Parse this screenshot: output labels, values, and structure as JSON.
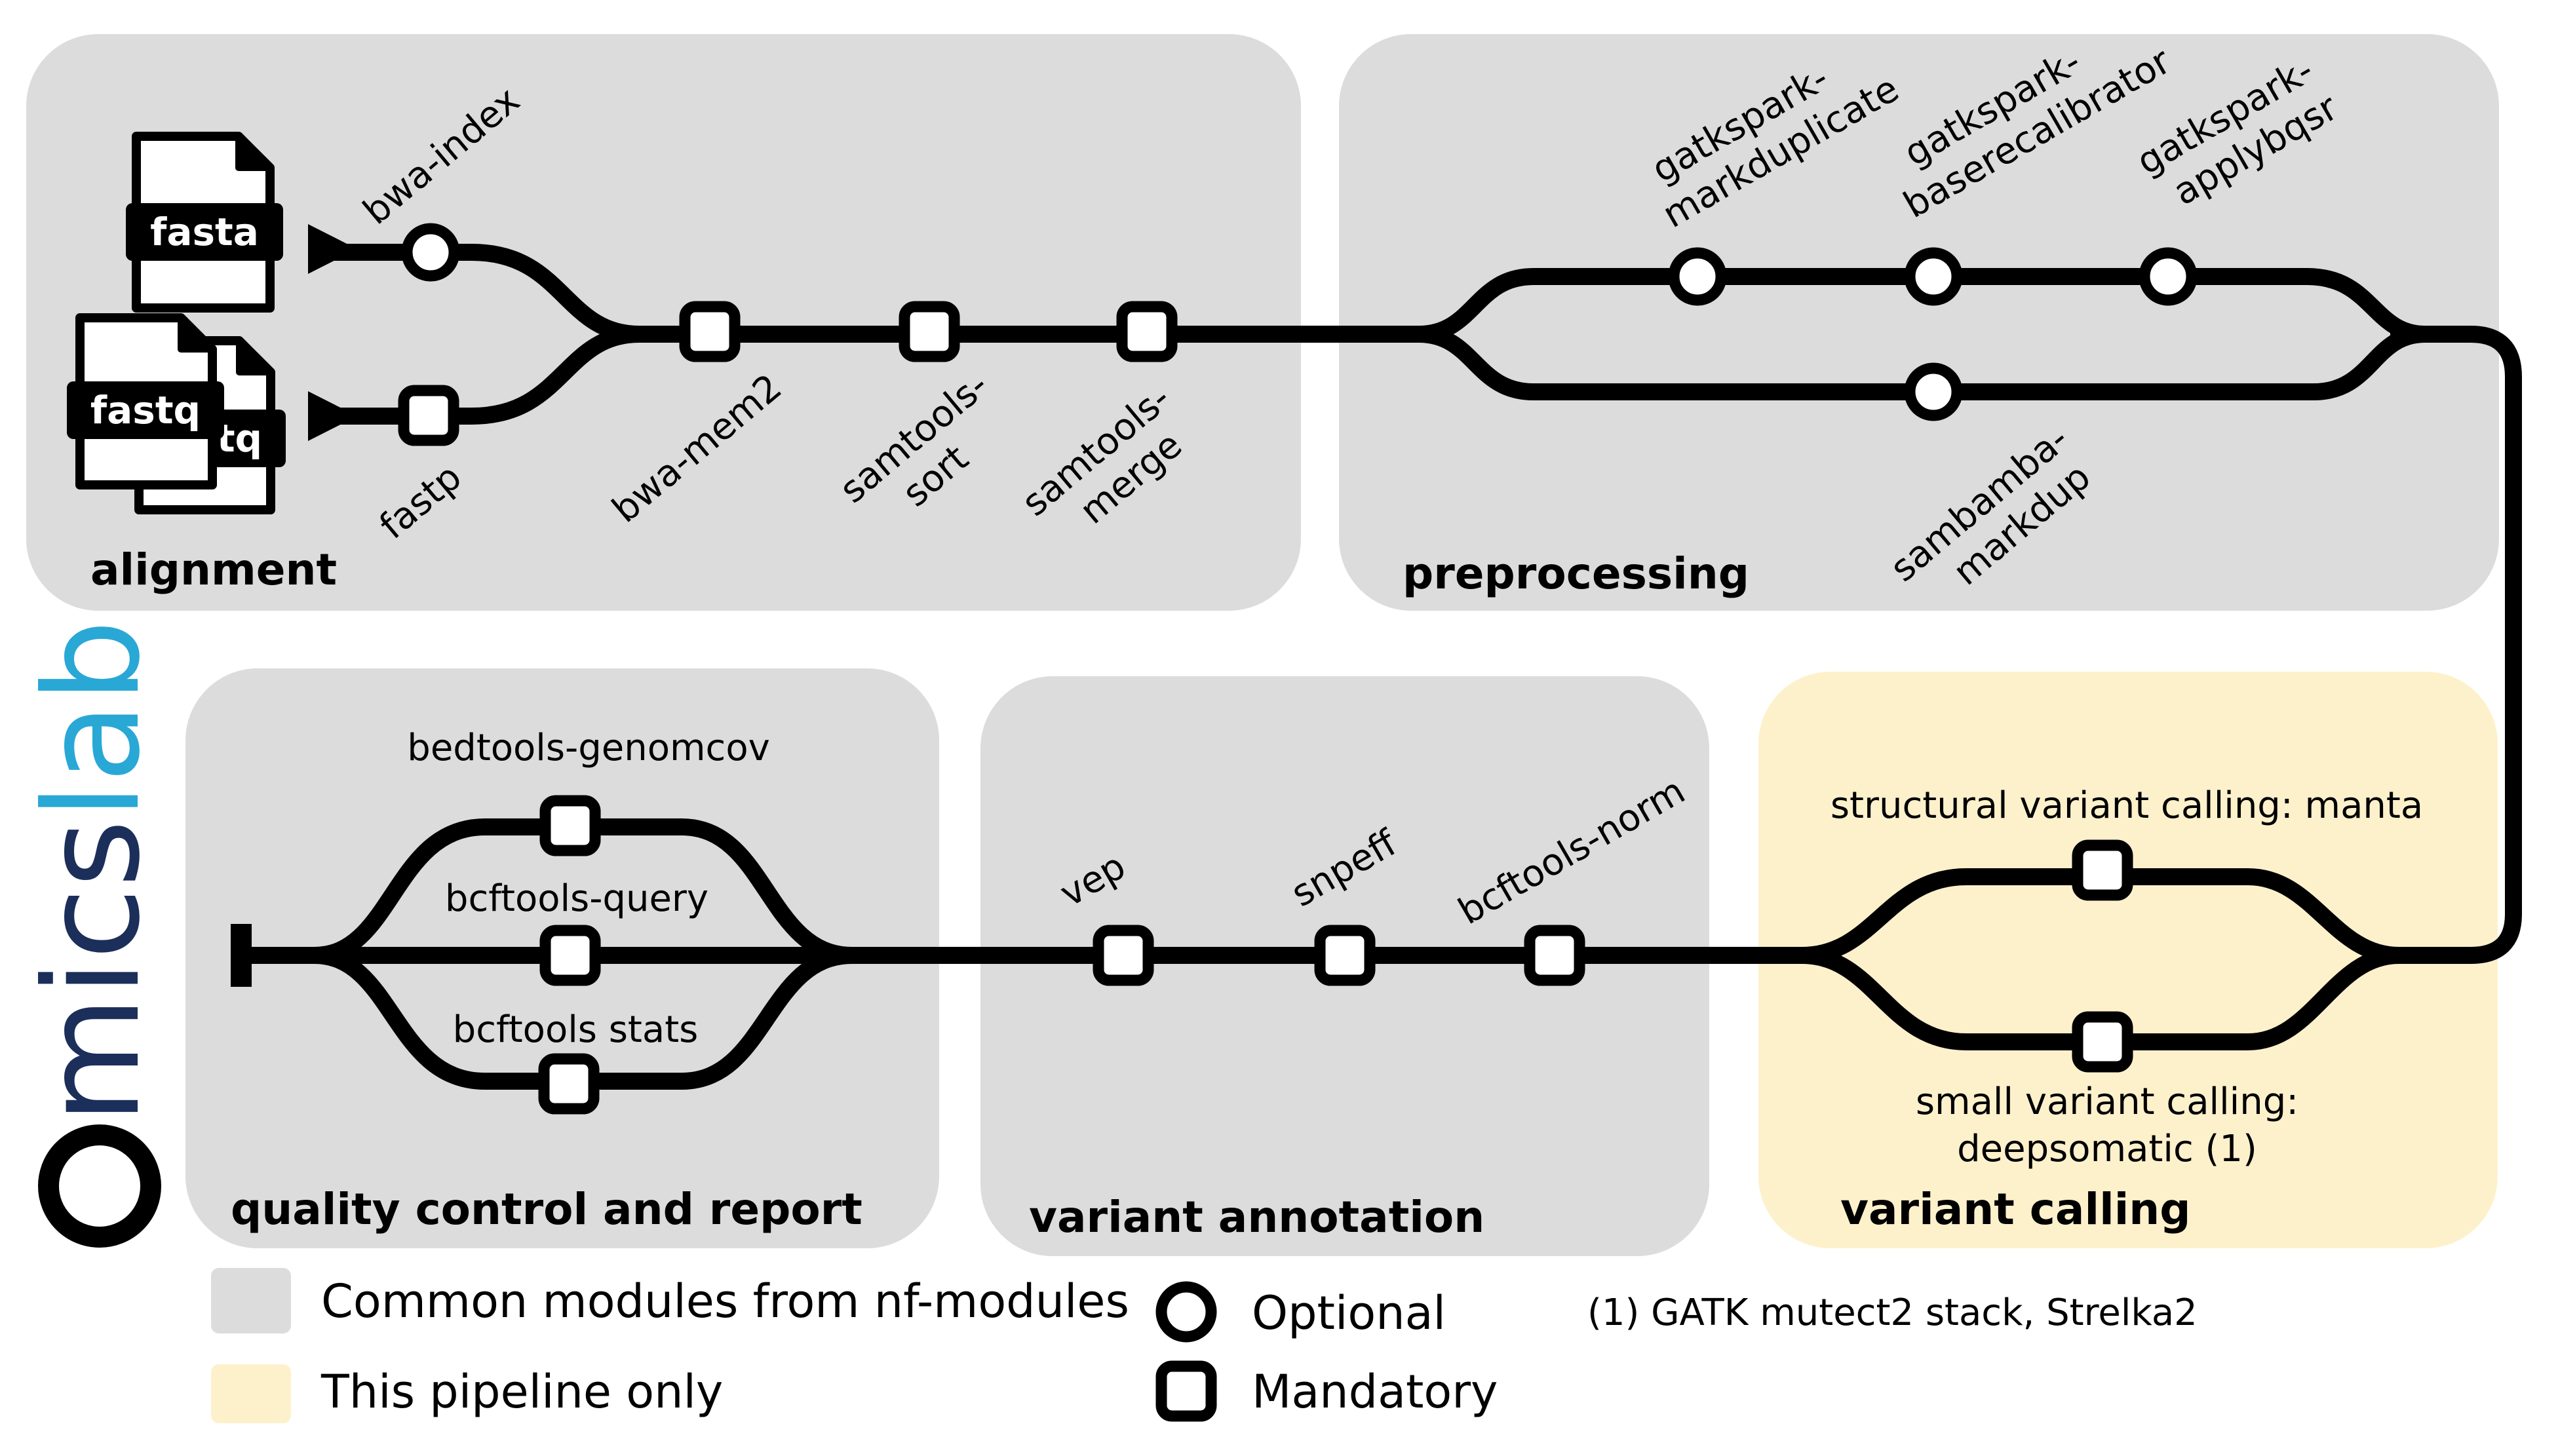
{
  "colors": {
    "common_box": "#dcdcdc",
    "pipeline_box": "#fdf1cc",
    "track": "#000000",
    "logo_dark": "#1c2f5a",
    "logo_light": "#29a8d6"
  },
  "logo": {
    "text_a": "mics",
    "text_b": "lab"
  },
  "inputs": {
    "fasta_label": "fasta",
    "fastq_label": "fastq",
    "fastq_back_label": "fastq"
  },
  "sections": {
    "alignment": "alignment",
    "preprocessing": "preprocessing",
    "variant_calling": "variant calling",
    "variant_annotation": "variant annotation",
    "quality_control": "quality control and report"
  },
  "steps": {
    "bwa_index": "bwa-index",
    "fastp": "fastp",
    "bwa_mem2": "bwa-mem2",
    "samtools_sort_l1": "samtools-",
    "samtools_sort_l2": "sort",
    "samtools_merge_l1": "samtools-",
    "samtools_merge_l2": "merge",
    "markdup_l1": "gatkspark-",
    "markdup_l2": "markduplicate",
    "baserecal_l1": "gatkspark-",
    "baserecal_l2": "baserecalibrator",
    "applybqsr_l1": "gatkspark-",
    "applybqsr_l2": "applybqsr",
    "sambamba_l1": "sambamba-",
    "sambamba_l2": "markdup",
    "manta": "structural variant calling: manta",
    "small_l1": "small variant calling:",
    "small_l2": "deepsomatic (1)",
    "vep": "vep",
    "snpeff": "snpeff",
    "bcftools_norm": "bcftools-norm",
    "bedtools_genomcov": "bedtools-genomcov",
    "bcftools_query": "bcftools-query",
    "bcftools_stats": "bcftools stats"
  },
  "legend": {
    "common": "Common modules from nf-modules",
    "pipeline_only": "This pipeline only",
    "optional": "Optional",
    "mandatory": "Mandatory",
    "footnote": "(1) GATK mutect2 stack, Strelka2"
  }
}
